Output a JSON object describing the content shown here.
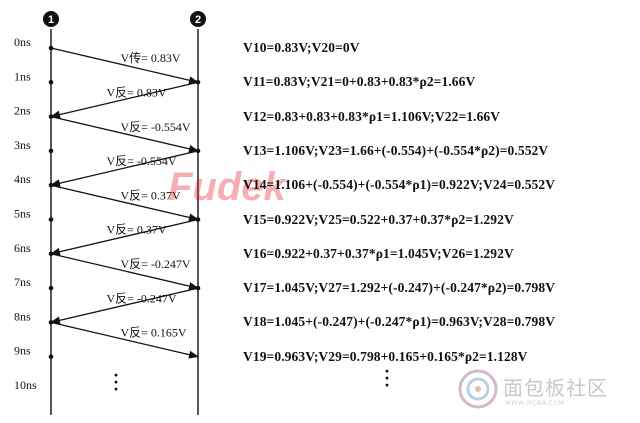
{
  "nodes": [
    {
      "label": "1"
    },
    {
      "label": "2"
    }
  ],
  "time_labels": [
    "0ns",
    "1ns",
    "2ns",
    "3ns",
    "4ns",
    "5ns",
    "6ns",
    "7ns",
    "8ns",
    "9ns",
    "10ns"
  ],
  "arrows": [
    {
      "from": "left",
      "label": "V传= 0.83V"
    },
    {
      "from": "right",
      "label": "V反= 0.83V"
    },
    {
      "from": "left",
      "label": "V反= -0.554V"
    },
    {
      "from": "right",
      "label": "V反= -0.554V"
    },
    {
      "from": "left",
      "label": "V反= 0.37V"
    },
    {
      "from": "right",
      "label": "V反= 0.37V"
    },
    {
      "from": "left",
      "label": "V反= -0.247V"
    },
    {
      "from": "right",
      "label": "V反= -0.247V"
    },
    {
      "from": "left",
      "label": "V反= 0.165V"
    }
  ],
  "equations": [
    "V10=0.83V;V20=0V",
    "V11=0.83V;V21=0+0.83+0.83*ρ2=1.66V",
    "V12=0.83+0.83+0.83*ρ1=1.106V;V22=1.66V",
    "V13=1.106V;V23=1.66+(-0.554)+(-0.554*ρ2)=0.552V",
    "V14=1.106+(-0.554)+(-0.554*ρ1)=0.922V;V24=0.552V",
    "V15=0.922V;V25=0.522+0.37+0.37*ρ2=1.292V",
    "V16=0.922+0.37+0.37*ρ1=1.045V;V26=1.292V",
    "V17=1.045V;V27=1.292+(-0.247)+(-0.247*ρ2)=0.798V",
    "V18=1.045+(-0.247)+(-0.247*ρ1)=0.963V;V28=0.798V",
    "V19=0.963V;V29=0.798+0.165+0.165*ρ2=1.128V"
  ],
  "watermark": {
    "main": "面包板社区",
    "sub": "WWW.IPCBA.COM"
  },
  "center_logo": {
    "text": "Fudek"
  },
  "colors": {
    "line": "#111111",
    "accent": "#e41e2b"
  }
}
